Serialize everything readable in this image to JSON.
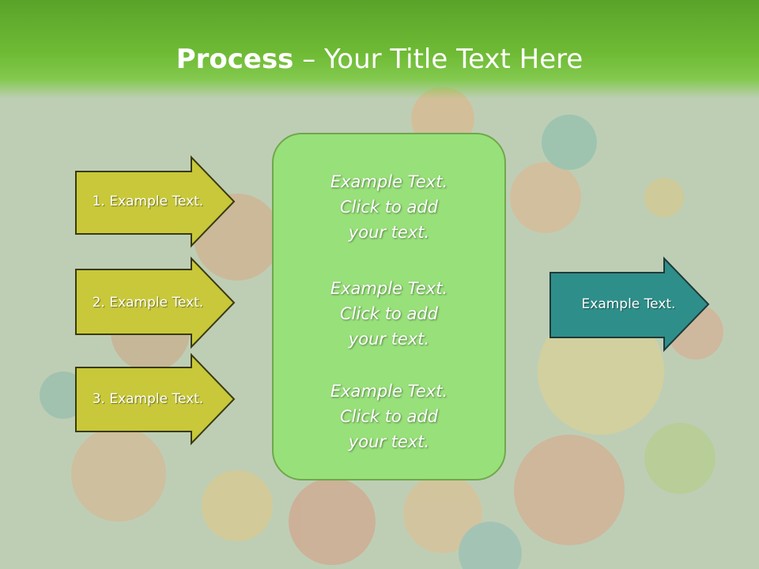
{
  "slide": {
    "title_bold": "Process",
    "title_rest": " – Your Title Text Here"
  },
  "left_arrows": [
    {
      "label": "1. Example Text."
    },
    {
      "label": "2. Example Text."
    },
    {
      "label": "3. Example Text."
    }
  ],
  "center_box": {
    "paragraphs": [
      "Example Text.\nClick  to add\nyour text.",
      "Example Text.\nClick  to add\nyour text.",
      "Example Text.\nClick  to add\nyour text."
    ]
  },
  "right_arrow": {
    "label": "Example Text."
  },
  "colors": {
    "title_band": "#6fbb35",
    "left_arrow_fill": "#c8c83a",
    "left_arrow_stroke": "#3a3a10",
    "center_box_fill": "#98e07a",
    "right_arrow_fill": "#2e8f8a"
  }
}
